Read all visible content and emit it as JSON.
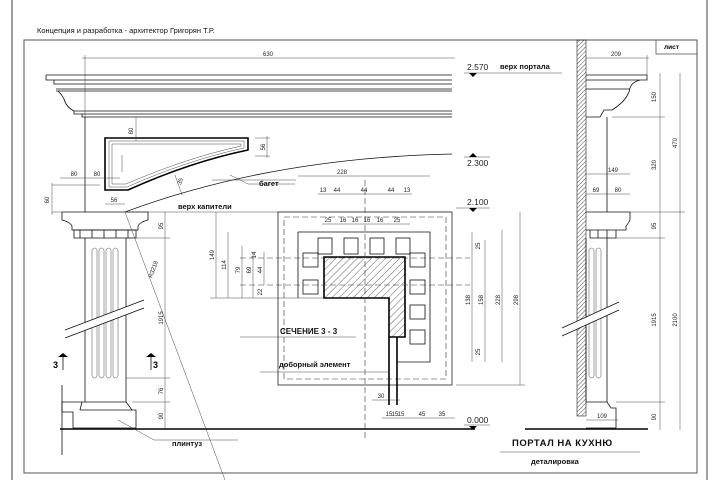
{
  "header": {
    "title": "Концепция и разработка - архитектор Григорян Т.Р.",
    "sheet_label": "лист"
  },
  "title_block": {
    "title": "ПОРТАЛ НА КУХНЮ",
    "subtitle": "деталировка"
  },
  "labels": {
    "portal_top": "верх портала",
    "baguette": "багет",
    "capital_top": "верх капители",
    "section": "СЕЧЕНИЕ  3 - 3",
    "extra_element": "доборный элемент",
    "plinth": "плинтуз",
    "section_mark_left": "3",
    "section_mark_right": "3"
  },
  "levels": {
    "top": "2.570",
    "arch": "2.300",
    "capital": "2.100",
    "floor": "0.000"
  },
  "front_dims": {
    "width": "630",
    "frieze": "80",
    "panel_h": "56",
    "left_a": "80",
    "left_b": "80",
    "left_v": "60",
    "cap_off": "56",
    "baguette_w": "35",
    "capital_h": "95",
    "radius": "R3218",
    "shaft": "1915",
    "base_top": "76",
    "base": "90"
  },
  "section_dims": {
    "total_w": "228",
    "top_row": [
      "13",
      "44",
      "44",
      "44",
      "13"
    ],
    "second_row": [
      "25",
      "16",
      "16",
      "16",
      "16",
      "25"
    ],
    "left": [
      "149",
      "114",
      "79",
      "69",
      "44",
      "22",
      "14"
    ],
    "right": [
      "25",
      "25",
      "138",
      "158",
      "228",
      "298"
    ],
    "bottom": [
      "30",
      "15",
      "15",
      "15",
      "45",
      "35"
    ]
  },
  "side_dims": {
    "depth": "209",
    "cornice": "150",
    "upper_total": "470",
    "frieze": "320",
    "cap_w": "149",
    "cap_a": "69",
    "cap_b": "80",
    "capital": "95",
    "shaft": "1915",
    "total": "2100",
    "base": "90",
    "base_w": "109"
  }
}
